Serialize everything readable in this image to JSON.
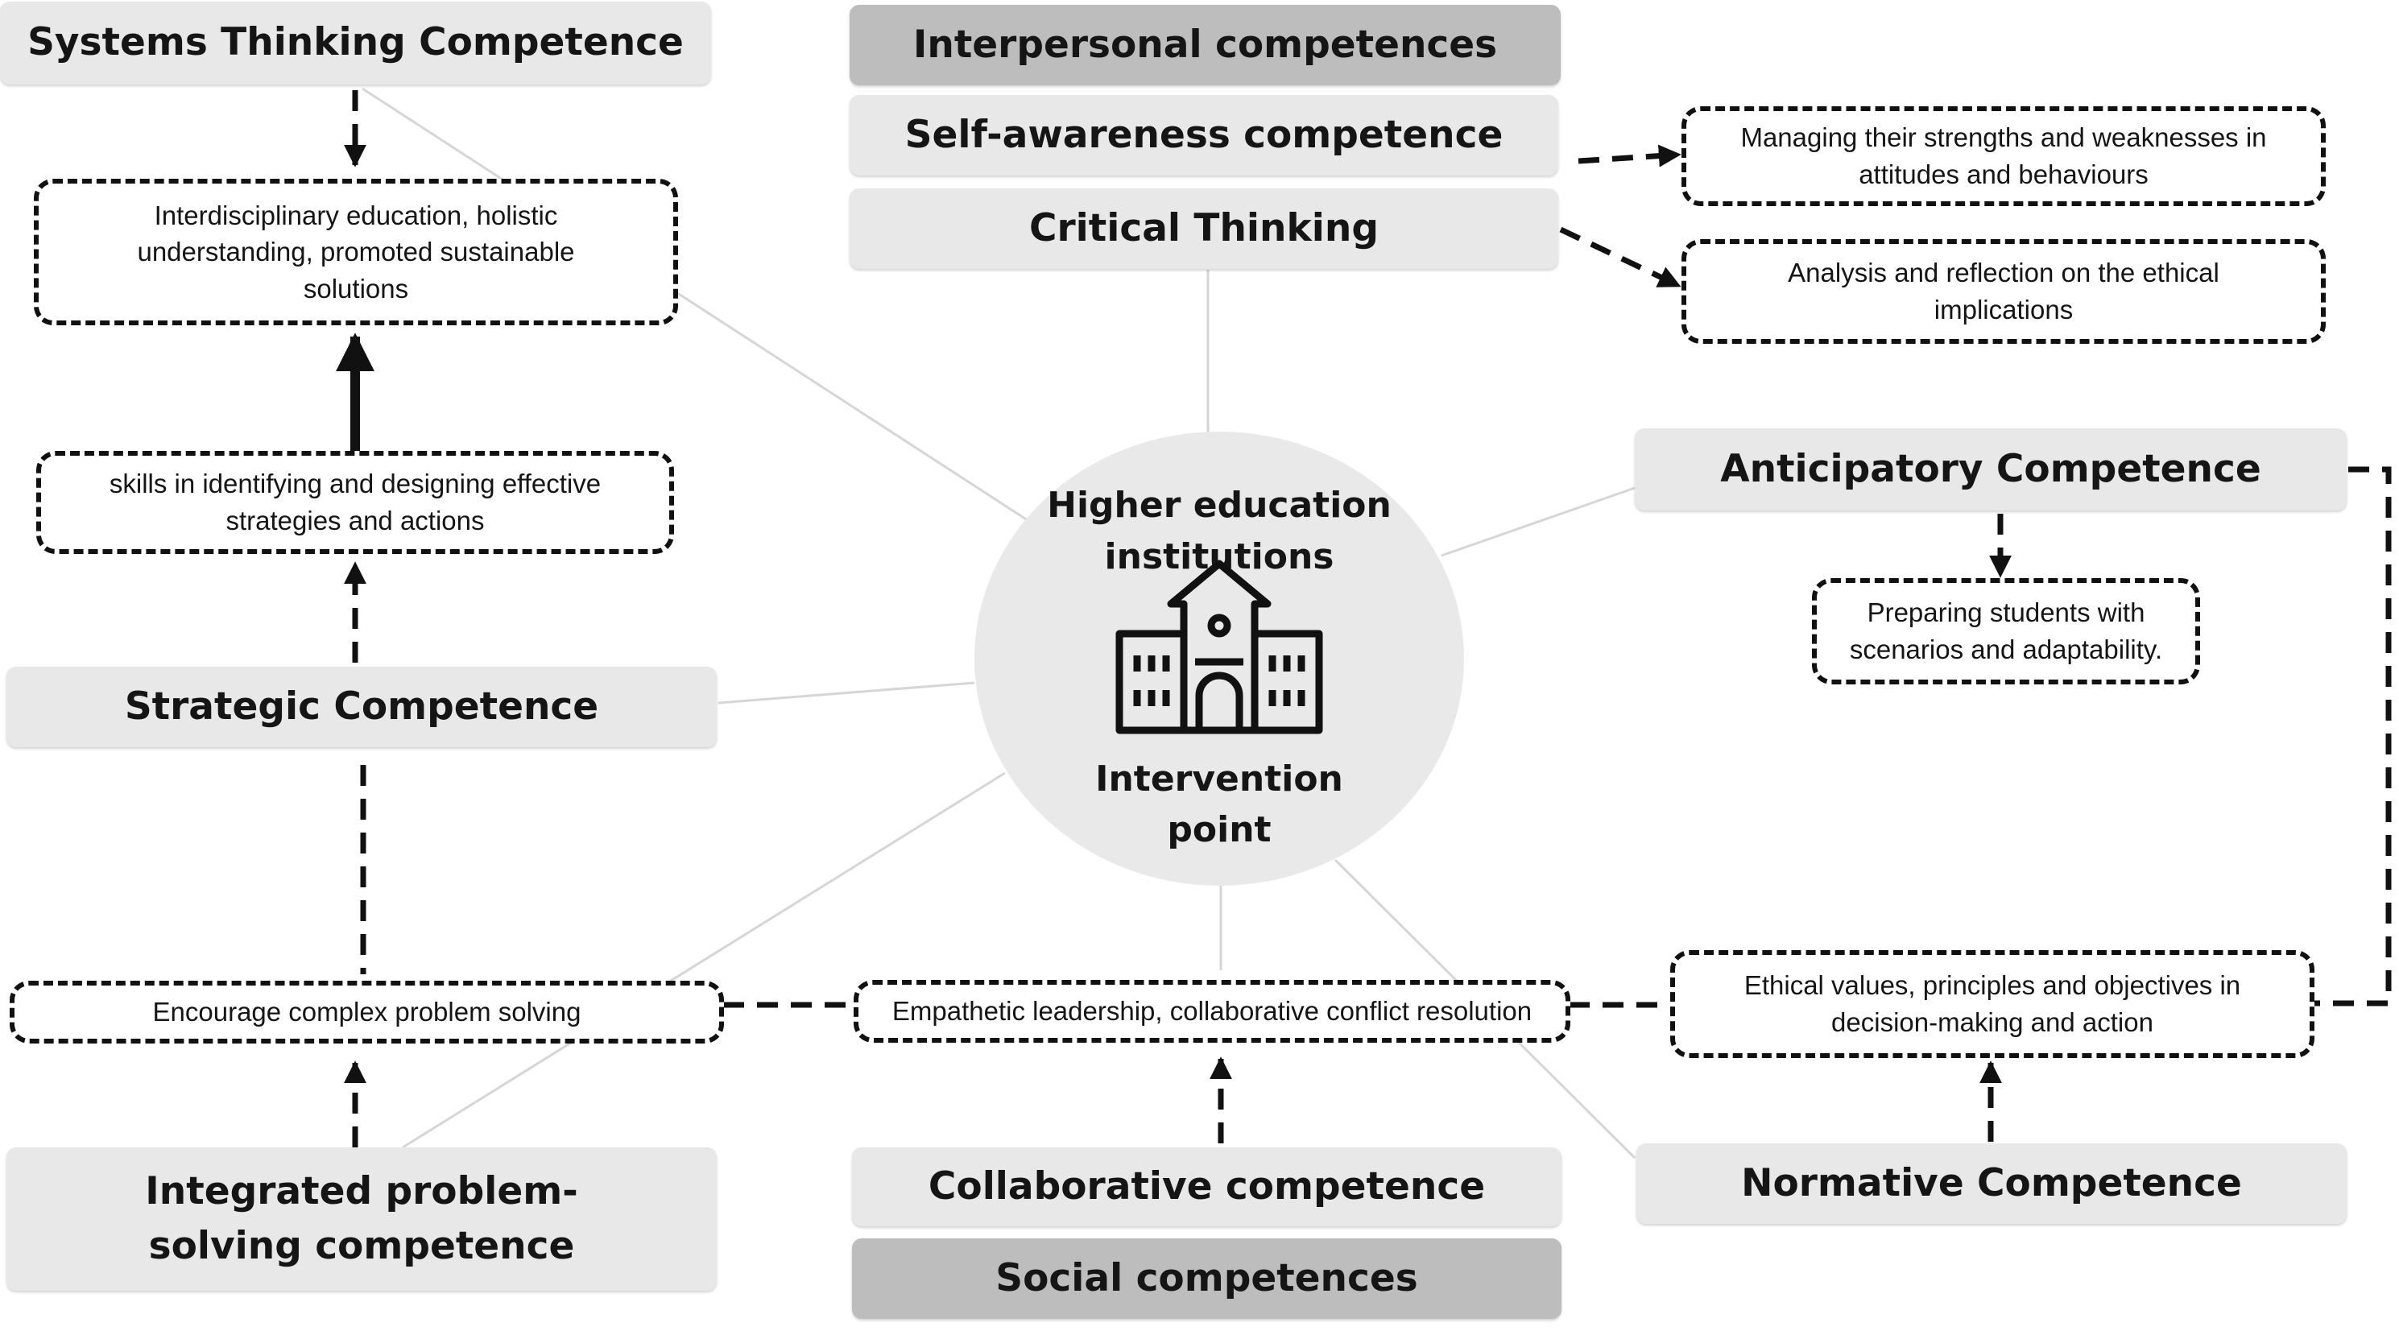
{
  "hub": {
    "title": "Higher education institutions",
    "subtitle": "Intervention point",
    "icon": "university-building-icon"
  },
  "competences": {
    "systems_thinking": "Systems Thinking Competence",
    "interpersonal": "Interpersonal competences",
    "self_awareness": "Self-awareness  competence",
    "critical_thinking": "Critical Thinking",
    "anticipatory": "Anticipatory Competence",
    "strategic": "Strategic Competence",
    "integrated_problem_solving": "Integrated problem-solving competence",
    "collaborative": "Collaborative competence",
    "social": "Social competences",
    "normative": "Normative Competence"
  },
  "descriptors": {
    "interdisciplinary": "Interdisciplinary education, holistic understanding, promoted sustainable solutions",
    "identifying_skills": "skills in identifying and designing effective strategies and actions",
    "managing_strengths": "Managing their strengths and weaknesses in attitudes and behaviours",
    "ethical_analysis": "Analysis and reflection on the ethical implications",
    "preparing_students": "Preparing students with scenarios and adaptability.",
    "complex_problem": "Encourage complex problem solving",
    "empathetic_leadership": "Empathetic leadership, collaborative conflict resolution",
    "ethical_values": "Ethical values, principles and objectives in decision-making and action"
  },
  "colors": {
    "competence_fill": "#e8e8e8",
    "group_fill": "#bdbdbd",
    "hub_fill": "#e9e9e9",
    "dashed_border": "#111111",
    "spoke_line": "#d6d6d6"
  }
}
